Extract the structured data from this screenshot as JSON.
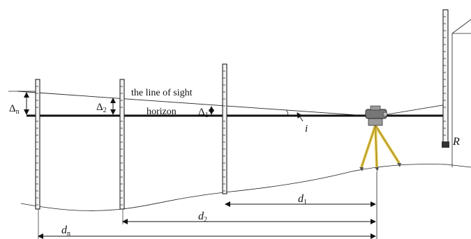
{
  "labels": {
    "line_of_sight": "the line of sight",
    "horizon": "horizon",
    "delta_n": "Δ",
    "delta_n_sub": "n",
    "delta_2": "Δ",
    "delta_2_sub": "2",
    "delta_1": "Δ",
    "delta_1_sub": "1",
    "angle_i": "i",
    "rod_R": "R",
    "d1": "d",
    "d1_sub": "1",
    "d2": "d",
    "d2_sub": "2",
    "dn": "d",
    "dn_sub": "n"
  },
  "colors": {
    "tripod_legs": "#e2c64a",
    "level_body": "#777777",
    "lines": "#111111"
  }
}
